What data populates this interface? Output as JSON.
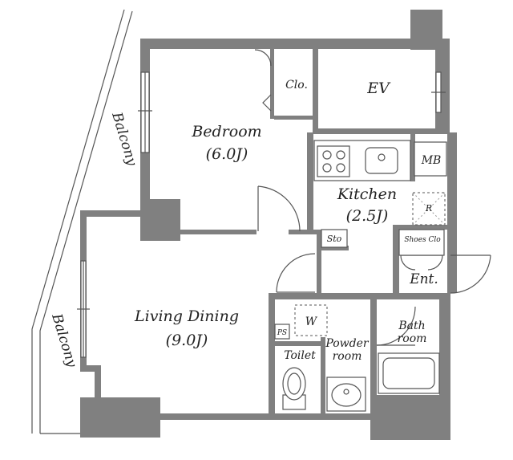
{
  "rooms": {
    "bedroom": {
      "name": "Bedroom",
      "size": "(6.0J)"
    },
    "living": {
      "name": "Living Dining",
      "size": "(9.0J)"
    },
    "kitchen": {
      "name": "Kitchen",
      "size": "(2.5J)"
    },
    "closet": "Clo.",
    "ev": "EV",
    "mb": "MB",
    "storage": "Sto",
    "shoes_closet": "Shoes Clo",
    "entrance": "Ent.",
    "washer": "W",
    "ps": "PS",
    "toilet": "Toilet",
    "powder_room": [
      "Powder",
      "room"
    ],
    "bathroom": [
      "Bath",
      "room"
    ],
    "refrigerator": "R"
  },
  "balconies": [
    "Balcony",
    "Balcony"
  ],
  "colors": {
    "wall": "#808080",
    "line": "#555555",
    "background": "#ffffff"
  }
}
